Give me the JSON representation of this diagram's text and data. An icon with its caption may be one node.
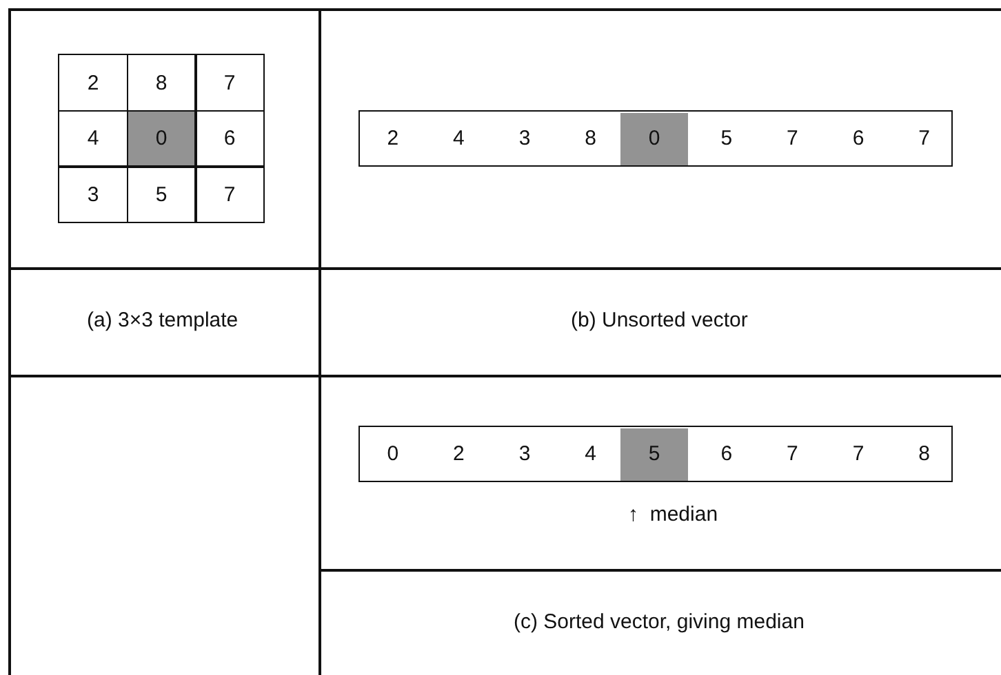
{
  "diagram": {
    "labels": [
      "2",
      "8",
      "7",
      "4",
      "0",
      "6",
      "3",
      "5",
      "7",
      "2",
      "4",
      "3",
      "8",
      "0",
      "5",
      "7",
      "6",
      "7",
      "(a) 3×3 template",
      "(b) Unsorted vector",
      "0",
      "2",
      "3",
      "4",
      "5",
      "6",
      "7",
      "7",
      "8",
      "↑  median",
      "(c) Sorted vector, giving median"
    ]
  }
}
